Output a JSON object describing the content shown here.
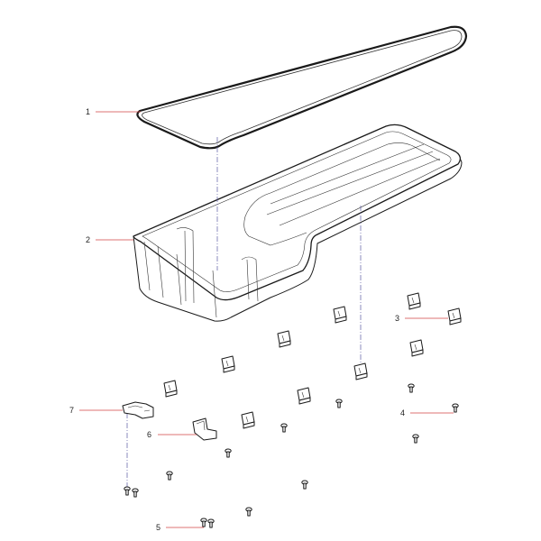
{
  "callouts": [
    {
      "id": "1",
      "part": "gasket"
    },
    {
      "id": "2",
      "part": "oil-pan"
    },
    {
      "id": "3",
      "part": "clamp"
    },
    {
      "id": "4",
      "part": "screw"
    },
    {
      "id": "5",
      "part": "washer-screw"
    },
    {
      "id": "6",
      "part": "bracket"
    },
    {
      "id": "7",
      "part": "bracket-long"
    }
  ],
  "colors": {
    "line": "#1a1a1a",
    "leader": "#d04545",
    "axis": "#5a5aa0",
    "background": "#ffffff"
  }
}
